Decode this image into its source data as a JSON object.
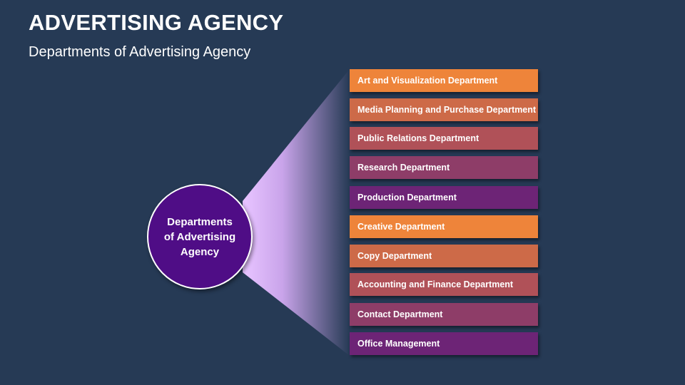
{
  "title": "ADVERTISING AGENCY",
  "subtitle": "Departments of Advertising Agency",
  "hub": {
    "label_lines": [
      "Departments",
      "of Advertising",
      "Agency"
    ],
    "color": "#4f0d86"
  },
  "departments": [
    {
      "label": "Art and Visualization Department",
      "color": "#ee843a"
    },
    {
      "label": "Media Planning and Purchase Department",
      "color": "#cd6a48"
    },
    {
      "label": "Public Relations Department",
      "color": "#b05158"
    },
    {
      "label": "Research Department",
      "color": "#8e3d68"
    },
    {
      "label": "Production Department",
      "color": "#6d2476"
    },
    {
      "label": "Creative Department",
      "color": "#ee843a"
    },
    {
      "label": "Copy Department",
      "color": "#cd6a48"
    },
    {
      "label": "Accounting and Finance Department",
      "color": "#b05158"
    },
    {
      "label": "Contact Department",
      "color": "#8e3d68"
    },
    {
      "label": "Office Management",
      "color": "#6d2476"
    }
  ],
  "colors": {
    "background": "#263a55",
    "fan_light": "#e6c2ff",
    "fan_dark": "#263a55"
  }
}
